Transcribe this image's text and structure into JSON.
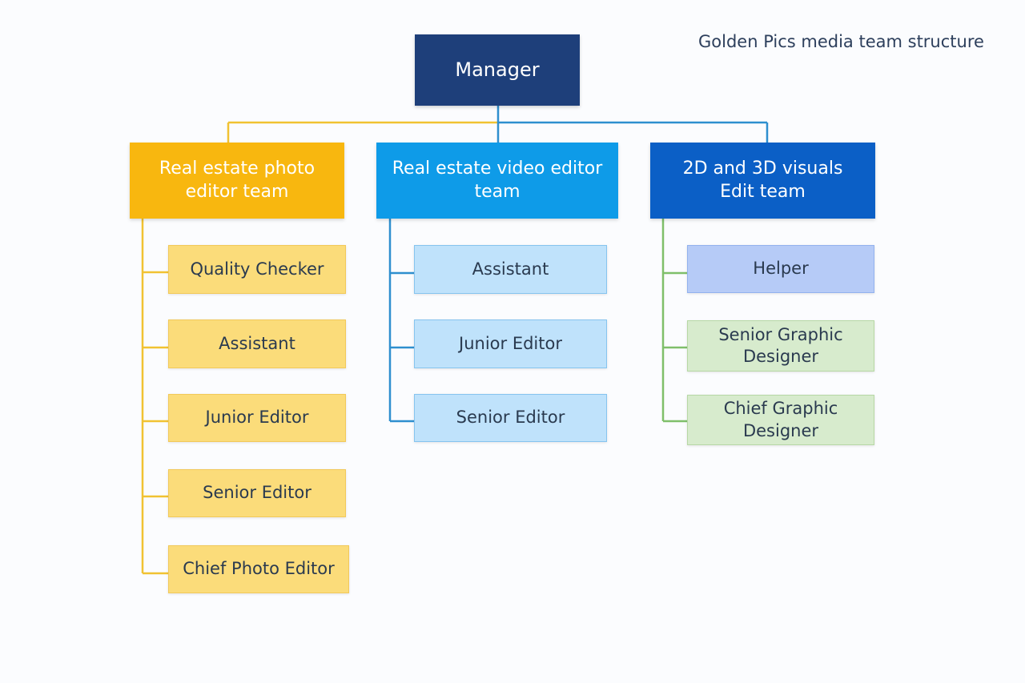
{
  "title": "Golden Pics media team structure",
  "colors": {
    "manager": "#1e3f7a",
    "photo_team": "#f8b70f",
    "photo_role": "#fbdc7a",
    "photo_role_border": "#f2c95a",
    "photo_line": "#f1c232",
    "video_team": "#0e9be8",
    "video_role": "#bfe2fb",
    "video_role_border": "#86c4ef",
    "video_line": "#2e8fcf",
    "visuals_team": "#0b5fc6",
    "visuals_helper": "#b6cbf7",
    "visuals_helper_border": "#93b2ee",
    "visuals_role": "#d7ebcd",
    "visuals_role_border": "#b7d8a5",
    "visuals_line": "#7fbf6a",
    "role_text": "#2a3a4f"
  },
  "manager": {
    "label": "Manager"
  },
  "teams": [
    {
      "label": "Real estate photo editor team",
      "roles": [
        "Quality Checker",
        "Assistant",
        "Junior Editor",
        "Senior Editor",
        "Chief Photo Editor"
      ]
    },
    {
      "label": "Real estate video editor team",
      "roles": [
        "Assistant",
        "Junior Editor",
        "Senior Editor"
      ]
    },
    {
      "label": "2D and 3D visuals Edit team",
      "roles": [
        "Helper",
        "Senior Graphic Designer",
        "Chief Graphic Designer"
      ]
    }
  ]
}
